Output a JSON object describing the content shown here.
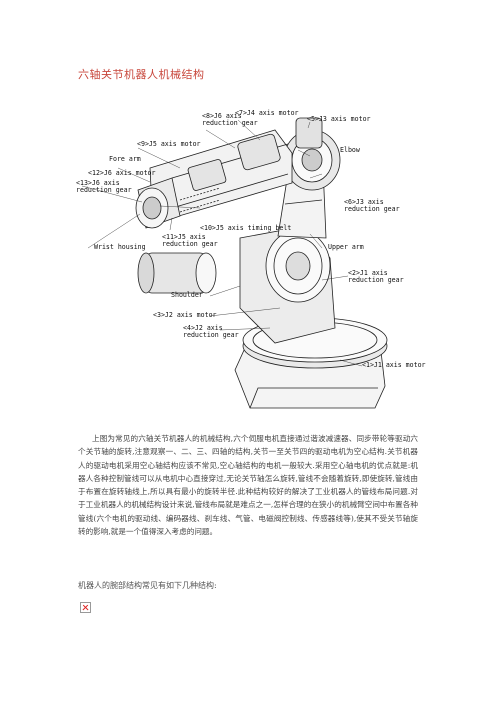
{
  "title": "六轴关节机器人机械结构",
  "figure_labels": {
    "j6_axis_reduction_gear": "<8>J6 axis\nreduction gear",
    "j4_axis_motor": "<7>J4 axis motor",
    "j3_axis_motor": "<5>J3 axis motor",
    "j5_axis_motor": "<9>J5 axis motor",
    "elbow": "Elbow",
    "fore_arm": "Fore arm",
    "j6_axis_motor": "<12>J6 axis motor",
    "j6_axis_reduction_gear_13": "<13>J6 axis\nreduction gear",
    "j3_axis_reduction_gear": "<6>J3 axis\nreduction gear",
    "j5_axis_timing_belt": "<10>J5 axis timing belt",
    "wrist_housing": "Wrist housing",
    "j5_axis_reduction_gear": "<11>J5 axis\nreduction gear",
    "upper_arm": "Upper arm",
    "j1_axis_reduction_gear": "<2>J1 axis\nreduction gear",
    "shoulder": "Shoulder",
    "j2_axis_motor": "<3>J2 axis motor",
    "j2_axis_reduction_gear": "<4>J2 axis\nreduction gear",
    "j1_axis_motor": "<1>J1 axis motor"
  },
  "paragraph": "上图为常见的六轴关节机器人的机械结构,六个伺服电机直接通过谐波减速器、同步带轮等驱动六个关节轴的旋转,注意观察一、二、三、四轴的结构,关节一至关节四的驱动电机为空心结构.关节机器人的驱动电机采用空心轴结构应该不常见,空心轴结构的电机一般较大.采用空心轴电机的优点就是:机器人各种控制管线可以从电机中心直接穿过,无论关节轴怎么旋转,管线不会随着旋转,即使旋转,管线由于布置在旋转轴线上,所以具有最小的旋转半径.此种结构较好的解决了工业机器人的管线布局问题.对于工业机器人的机械结构设计来说,管线布局就是难点之一,怎样合理的在狭小的机械臂空间中布置各种管线(六个电机的驱动线、编码器线、刹车线、气管、电磁阀控制线、传感器线等),使其不受关节轴旋转的影响,就是一个值得深入考虑的问题。",
  "subheading": "机器人的腕部结构常见有如下几种结构:"
}
